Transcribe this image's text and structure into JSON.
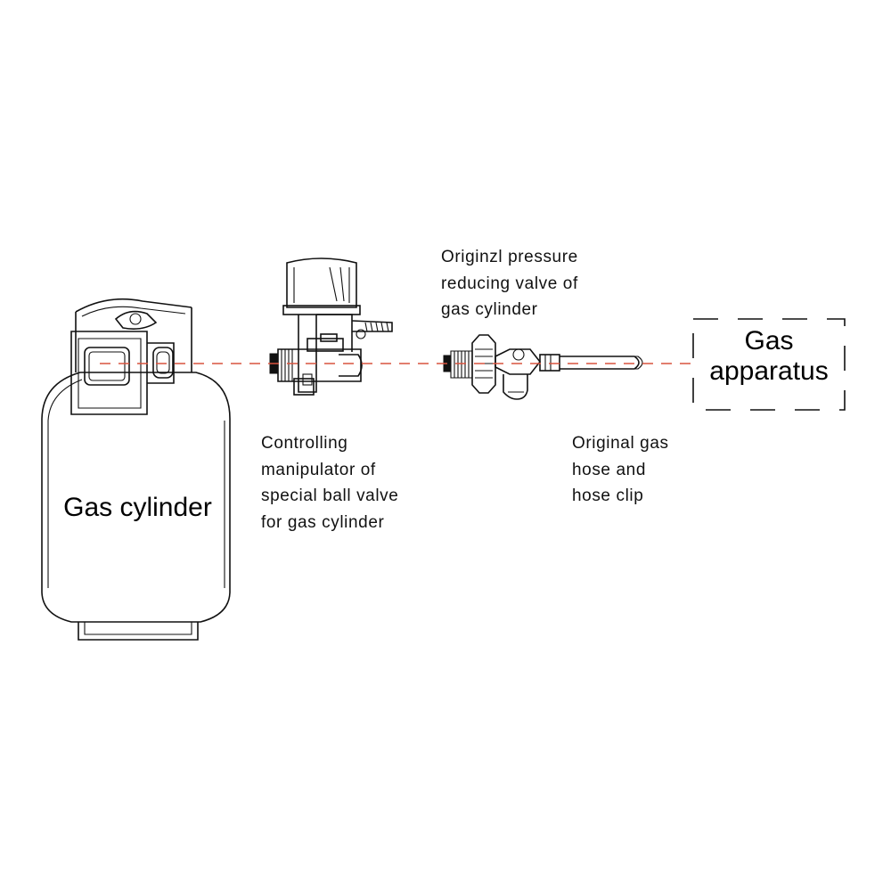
{
  "labels": {
    "cylinder": "Gas cylinder",
    "manipulator": [
      "Controlling",
      "manipulator of",
      "special ball valve",
      "for gas cylinder"
    ],
    "regulator": [
      "Originzl pressure",
      "reducing valve of",
      "gas cylinder"
    ],
    "hose": [
      "Original gas",
      "hose and",
      "hose clip"
    ],
    "apparatus": [
      "Gas",
      "apparatus"
    ]
  },
  "colors": {
    "flow_line": "#d9533f",
    "outline": "#111111"
  }
}
